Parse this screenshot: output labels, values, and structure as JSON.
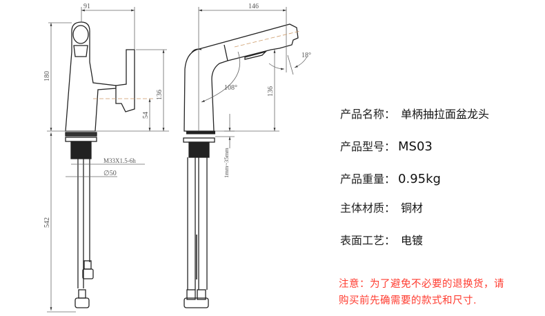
{
  "drawing": {
    "front": {
      "width_dim": "91",
      "height_dim": "180",
      "lever_dim": "136",
      "lever_axis_dim": "54",
      "thread": "M33X1.5-6h",
      "diameter": "∅50",
      "hose_dim": "542"
    },
    "side": {
      "width_dim": "146",
      "spout_height_dim": "136",
      "angle_rotate": "108°",
      "angle_tilt": "18°",
      "deck_thickness": "1mm~35mm"
    }
  },
  "specs": [
    {
      "label": "产品名称：",
      "value": "单柄抽拉面盆龙头"
    },
    {
      "label": "产品型号：",
      "value": "MS03"
    },
    {
      "label": "产品重量：",
      "value": "0.95kg"
    },
    {
      "label": "主体材质：",
      "value": "铜材"
    },
    {
      "label": "表面工艺：",
      "value": "电镀"
    }
  ],
  "notice": {
    "line1": "注意：为了避免不必要的退换货，请",
    "line2": "购买前先确需要的款式和尺寸."
  },
  "colors": {
    "notice": "#ff3b2f",
    "line": "#222222",
    "dim": "#666666"
  }
}
